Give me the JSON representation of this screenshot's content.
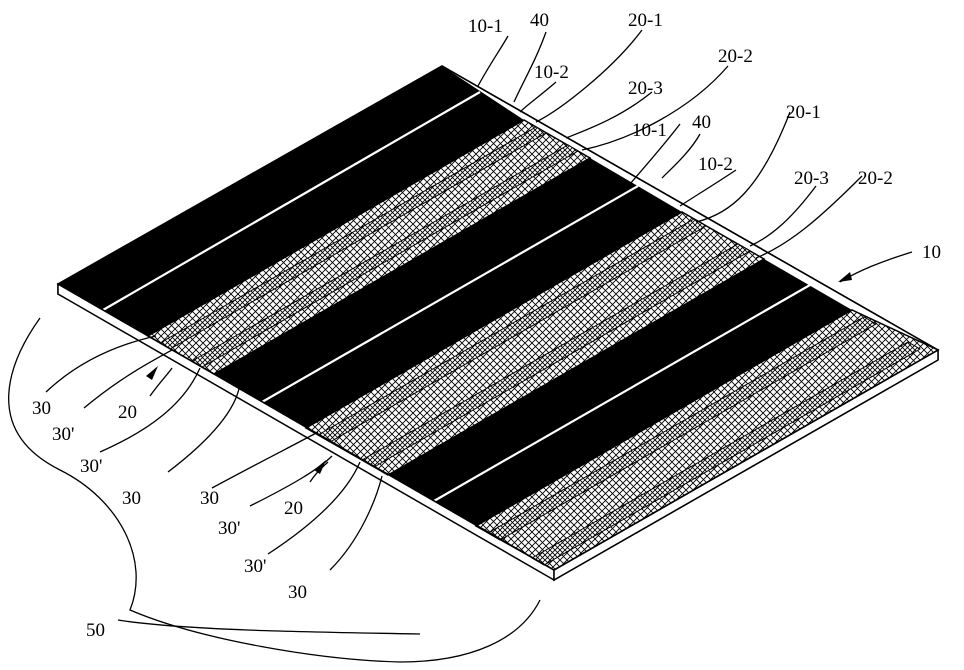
{
  "figure": {
    "labels": {
      "l10_1": "10-1",
      "l40": "40",
      "l20_1": "20-1",
      "l10_2": "10-2",
      "l20_2": "20-2",
      "l20_3": "20-3",
      "l10": "10",
      "l30": "30",
      "l30p": "30'",
      "l20": "20",
      "l50": "50"
    }
  },
  "colors": {
    "black_band": "#000000",
    "hatch": "#000000",
    "background": "#ffffff"
  }
}
